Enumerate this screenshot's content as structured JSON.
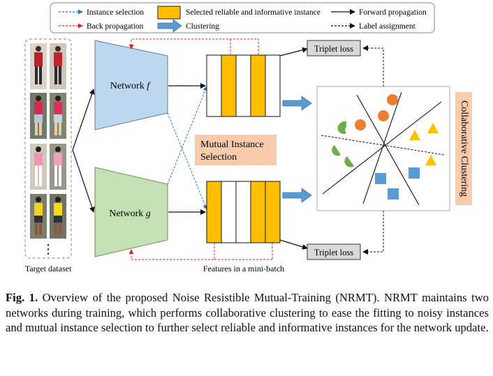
{
  "legend": {
    "instance_selection": "Instance selection",
    "back_propagation": "Back propagation",
    "selected_instance": "Selected reliable and informative instance",
    "clustering": "Clustering",
    "forward_propagation": "Forward propagation",
    "label_assignment": "Label assignment"
  },
  "networks": {
    "f_label": "Network ",
    "f_var": "f",
    "g_label": "Network ",
    "g_var": "g"
  },
  "mutual_selection": {
    "line1": "Mutual Instance",
    "line2": "Selection"
  },
  "collaborative_clustering": "Collaborative Clustering",
  "triplet_loss_top": "Triplet loss",
  "triplet_loss_bottom": "Triplet loss",
  "target_dataset": "Target dataset",
  "features_label": "Features in a mini-batch",
  "ellipsis": "⋮",
  "minibatch_f": [
    false,
    true,
    false,
    true,
    false
  ],
  "minibatch_g": [
    true,
    false,
    false,
    true,
    true
  ],
  "colors": {
    "selected": "#ffbf00",
    "network_f": "#bdd7ee",
    "network_g": "#c5e0b4",
    "mutual_box": "#f8cbad",
    "orange_shape": "#ed7d31",
    "green_shape": "#70ad47",
    "yellow_shape": "#ffc000",
    "blue_shape": "#5b9bd5",
    "clustering_arrow": "#5b9bd5",
    "red_dash": "#e0282b",
    "blue_dash": "#2e75b6"
  },
  "caption": {
    "label": "Fig. 1.",
    "text": " Overview of the proposed Noise Resistible Mutual-Training (NRMT). NRMT maintains two networks during training, which performs collaborative clustering to ease the fitting to noisy instances and mutual instance selection to further select reliable and informative instances for the network update."
  }
}
